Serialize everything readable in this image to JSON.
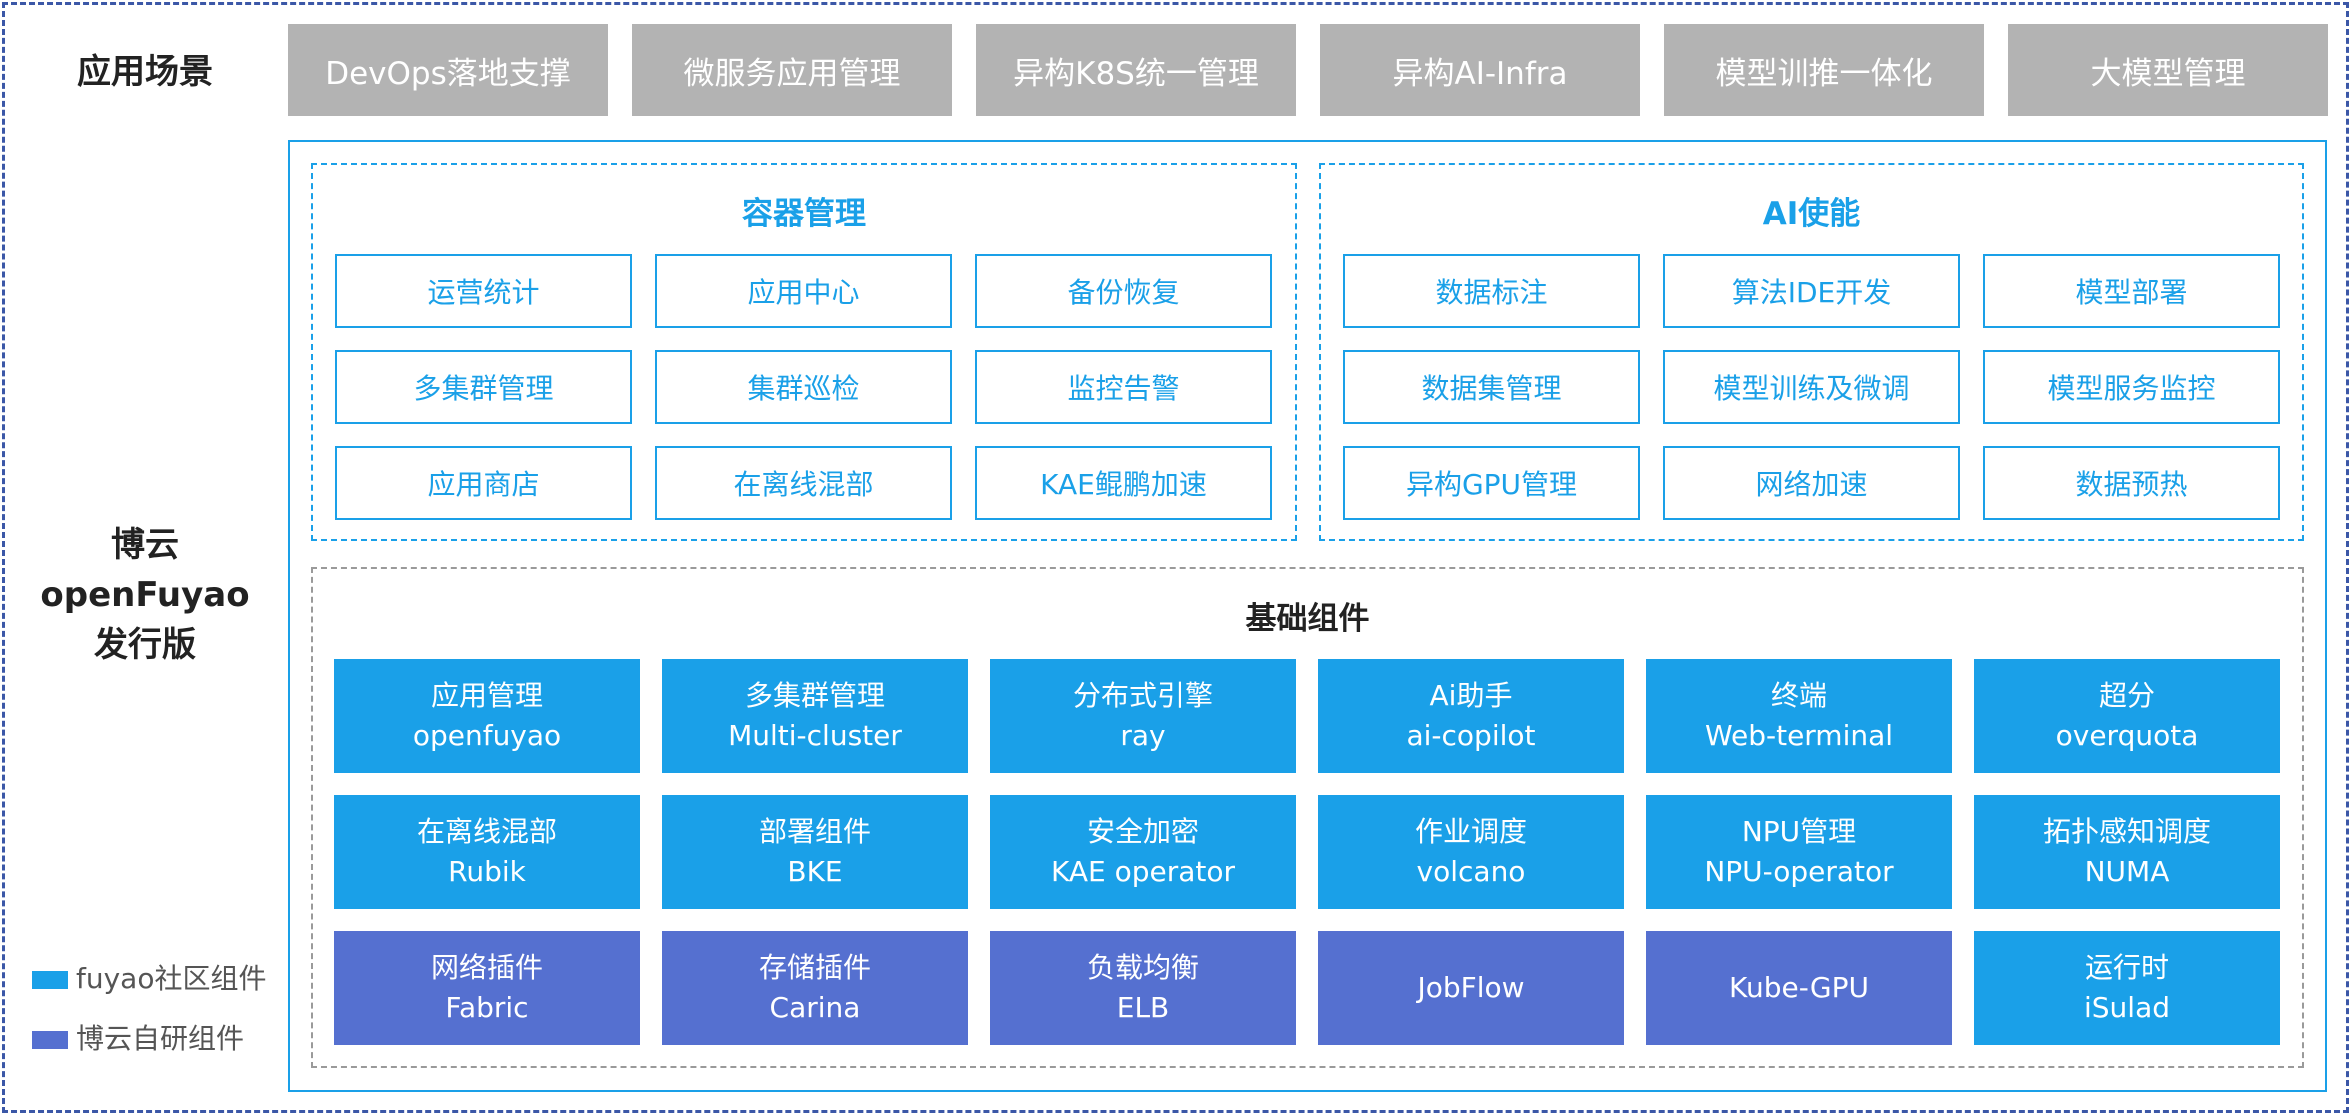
{
  "left_labels": {
    "scenarios": "应用场景",
    "product_line1": "博云",
    "product_line2": "openFuyao",
    "product_line3": "发行版"
  },
  "scenarios": [
    "DevOps落地支撑",
    "微服务应用管理",
    "异构K8S统一管理",
    "异构AI-Infra",
    "模型训推一体化",
    "大模型管理"
  ],
  "container_mgmt": {
    "title": "容器管理",
    "items": [
      "运营统计",
      "应用中心",
      "备份恢复",
      "多集群管理",
      "集群巡检",
      "监控告警",
      "应用商店",
      "在离线混部",
      "KAE鲲鹏加速"
    ]
  },
  "ai_enable": {
    "title": "AI使能",
    "items": [
      "数据标注",
      "算法IDE开发",
      "模型部署",
      "数据集管理",
      "模型训练及微调",
      "模型服务监控",
      "异构GPU管理",
      "网络加速",
      "数据预热"
    ]
  },
  "base_components": {
    "title": "基础组件",
    "items": [
      {
        "name": "应用管理",
        "id": "openfuyao",
        "kind": "community"
      },
      {
        "name": "多集群管理",
        "id": "Multi-cluster",
        "kind": "community"
      },
      {
        "name": "分布式引擎",
        "id": "ray",
        "kind": "community"
      },
      {
        "name": "Ai助手",
        "id": "ai-copilot",
        "kind": "community"
      },
      {
        "name": "终端",
        "id": "Web-terminal",
        "kind": "community"
      },
      {
        "name": "超分",
        "id": "overquota",
        "kind": "community"
      },
      {
        "name": "在离线混部",
        "id": "Rubik",
        "kind": "community"
      },
      {
        "name": "部署组件",
        "id": "BKE",
        "kind": "community"
      },
      {
        "name": "安全加密",
        "id": "KAE operator",
        "kind": "community"
      },
      {
        "name": "作业调度",
        "id": "volcano",
        "kind": "community"
      },
      {
        "name": "NPU管理",
        "id": "NPU-operator",
        "kind": "community"
      },
      {
        "name": "拓扑感知调度",
        "id": "NUMA",
        "kind": "community"
      },
      {
        "name": "网络插件",
        "id": "Fabric",
        "kind": "inhouse"
      },
      {
        "name": "存储插件",
        "id": "Carina",
        "kind": "inhouse"
      },
      {
        "name": "负载均衡",
        "id": "ELB",
        "kind": "inhouse"
      },
      {
        "name": "",
        "id": "JobFlow",
        "kind": "inhouse"
      },
      {
        "name": "",
        "id": "Kube-GPU",
        "kind": "inhouse"
      },
      {
        "name": "运行时",
        "id": "iSulad",
        "kind": "community"
      }
    ]
  },
  "legend": [
    {
      "label": "fuyao社区组件",
      "color": "#1aa0e8"
    },
    {
      "label": "博云自研组件",
      "color": "#5570d0"
    }
  ],
  "colors": {
    "accent_blue": "#1aa0e8",
    "inhouse_purple": "#5570d0",
    "scenario_gray": "#b3b3b3",
    "outer_border": "#3b57a7"
  }
}
